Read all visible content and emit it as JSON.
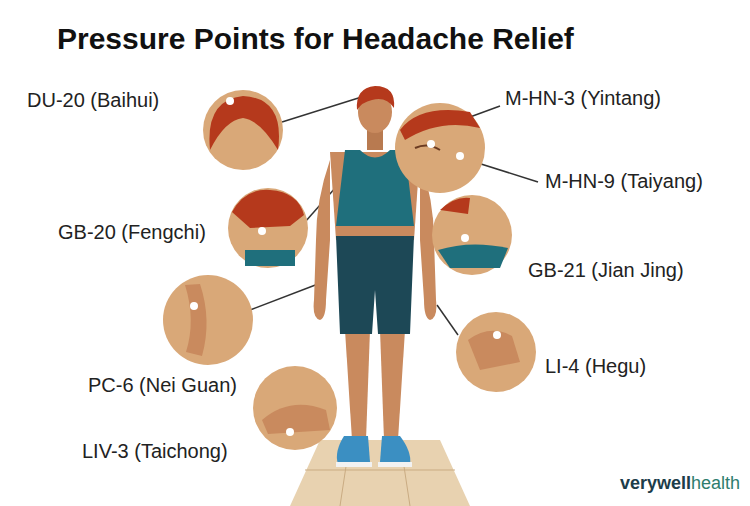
{
  "diagram": {
    "title": "Pressure Points for Headache Relief",
    "labels": [
      "DU-20 (Baihui)",
      "M-HN-3 (Yintang)",
      "M-HN-9 (Taiyang)",
      "GB-20 (Fengchi)",
      "GB-21 (Jian Jing)",
      "PC-6 (Nei Guan)",
      "LI-4 (Hegu)",
      "LIV-3 (Taichong)",
      "verywell",
      "health"
    ]
  }
}
